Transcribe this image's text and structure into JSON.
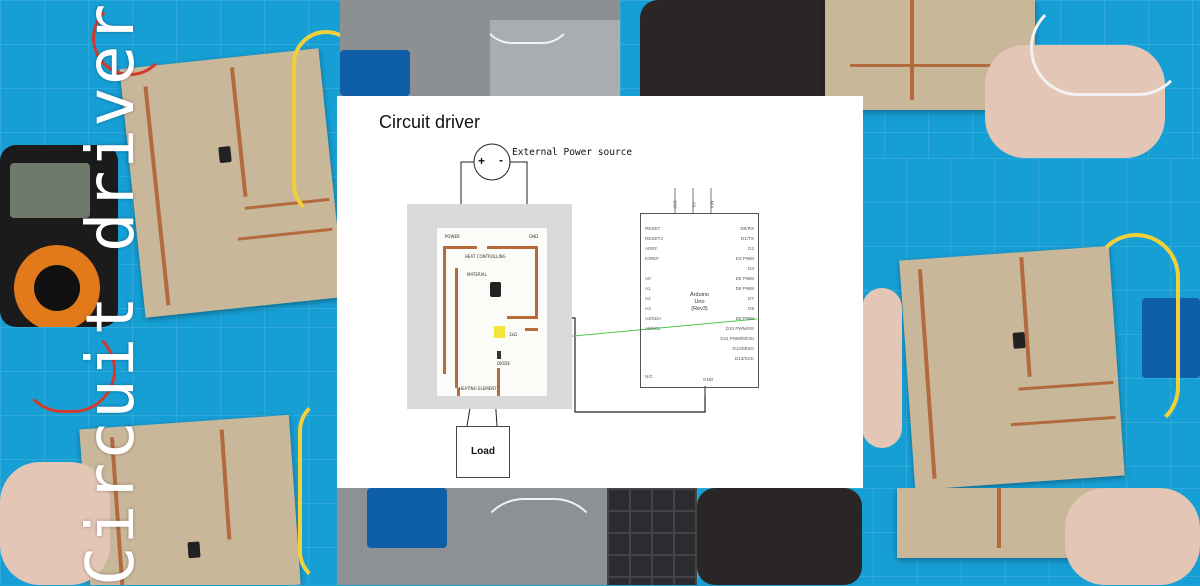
{
  "overlay_title": "Circuit driver",
  "slide": {
    "title": "Circuit driver",
    "power_source_label": "External Power source",
    "power_plus": "+",
    "power_minus": "-",
    "load_label": "Load",
    "arduino": {
      "name_line1": "Arduino",
      "name_line2": "Uno",
      "name_line3": "(Rev3)",
      "top_pins": [
        "3V3",
        "5V",
        "VIN"
      ],
      "left_pins": [
        "RESET",
        "RESET2",
        "AREF",
        "IOREF",
        "A0",
        "A1",
        "A2",
        "A3",
        "A4/SDA",
        "A5/SCL",
        "N/C"
      ],
      "right_pins": [
        "D0/RX",
        "D1/TX",
        "D2",
        "D3 PWM",
        "D4",
        "D5 PWM",
        "D6 PWM",
        "D7",
        "D8",
        "D9 PWM",
        "D10 PWM/SS",
        "D11 PWM/MOSI",
        "D12/MISO",
        "D13/SCK"
      ],
      "bottom_pin": "GND"
    },
    "colors": {
      "signal_wire": "#4ec94e",
      "copper": "#b86a3a",
      "yellow_tape": "#f2e43a"
    }
  },
  "icons": {
    "power": "circle-power-source",
    "transistor": "to220-transistor",
    "diode": "diode"
  }
}
